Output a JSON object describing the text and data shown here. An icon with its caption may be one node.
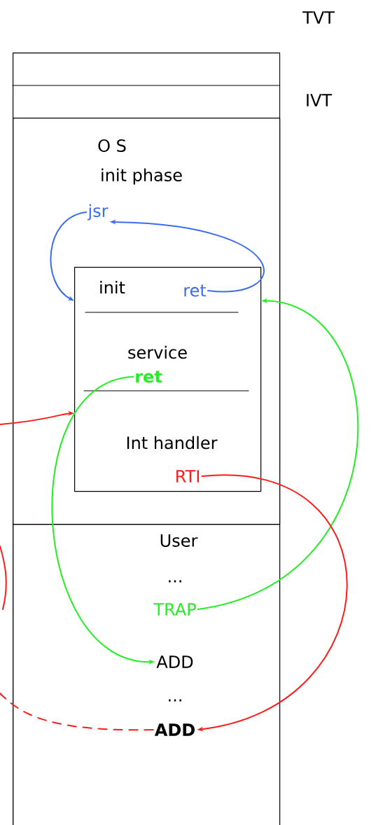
{
  "diagram": {
    "nodes": [
      {
        "text": [],
        "shape": "box"
      },
      {
        "text": [
          "O S",
          "init phase"
        ],
        "in": 0
      },
      {
        "text": [
          "jsr"
        ],
        "in": 1
      },
      {
        "text": [
          "init",
          "service",
          "Int handler"
        ],
        "in": 1
      },
      {
        "text": [
          "ret"
        ],
        "in": 3
      },
      {
        "text": [
          "ret"
        ],
        "in": 3
      },
      {
        "text": [
          "RTI"
        ],
        "in": 3
      },
      {
        "text": [
          "User"
        ],
        "in": 0
      },
      {
        "text": [
          "TRAP"
        ],
        "in": 7
      },
      {
        "text": [
          "ADD"
        ],
        "in": 7
      },
      {
        "text": [
          "ADD"
        ],
        "in": 7
      }
    ],
    "edges": [
      {
        "from": 2,
        "to": 3,
        "arrow": "to",
        "color": "#3b6cf0"
      },
      {
        "from": 4,
        "to": 2,
        "arrow": "to",
        "color": "#3b6cf0"
      },
      {
        "from": 8,
        "to": 3,
        "arrow": "to",
        "color": "#22ee22"
      },
      {
        "from": 5,
        "to": 9,
        "arrow": "to",
        "color": "#22ee22"
      },
      {
        "from": null,
        "to": 3,
        "arrow": "to",
        "color": "#ff1a1a"
      },
      {
        "from": 6,
        "to": 10,
        "arrow": "to",
        "color": "#ff1a1a"
      },
      {
        "from": 10,
        "to": null,
        "arrow": "none",
        "style": "dashed",
        "color": "#ff1a1a"
      }
    ],
    "labels": [
      "TVT",
      "IVT",
      "...",
      "..."
    ]
  }
}
